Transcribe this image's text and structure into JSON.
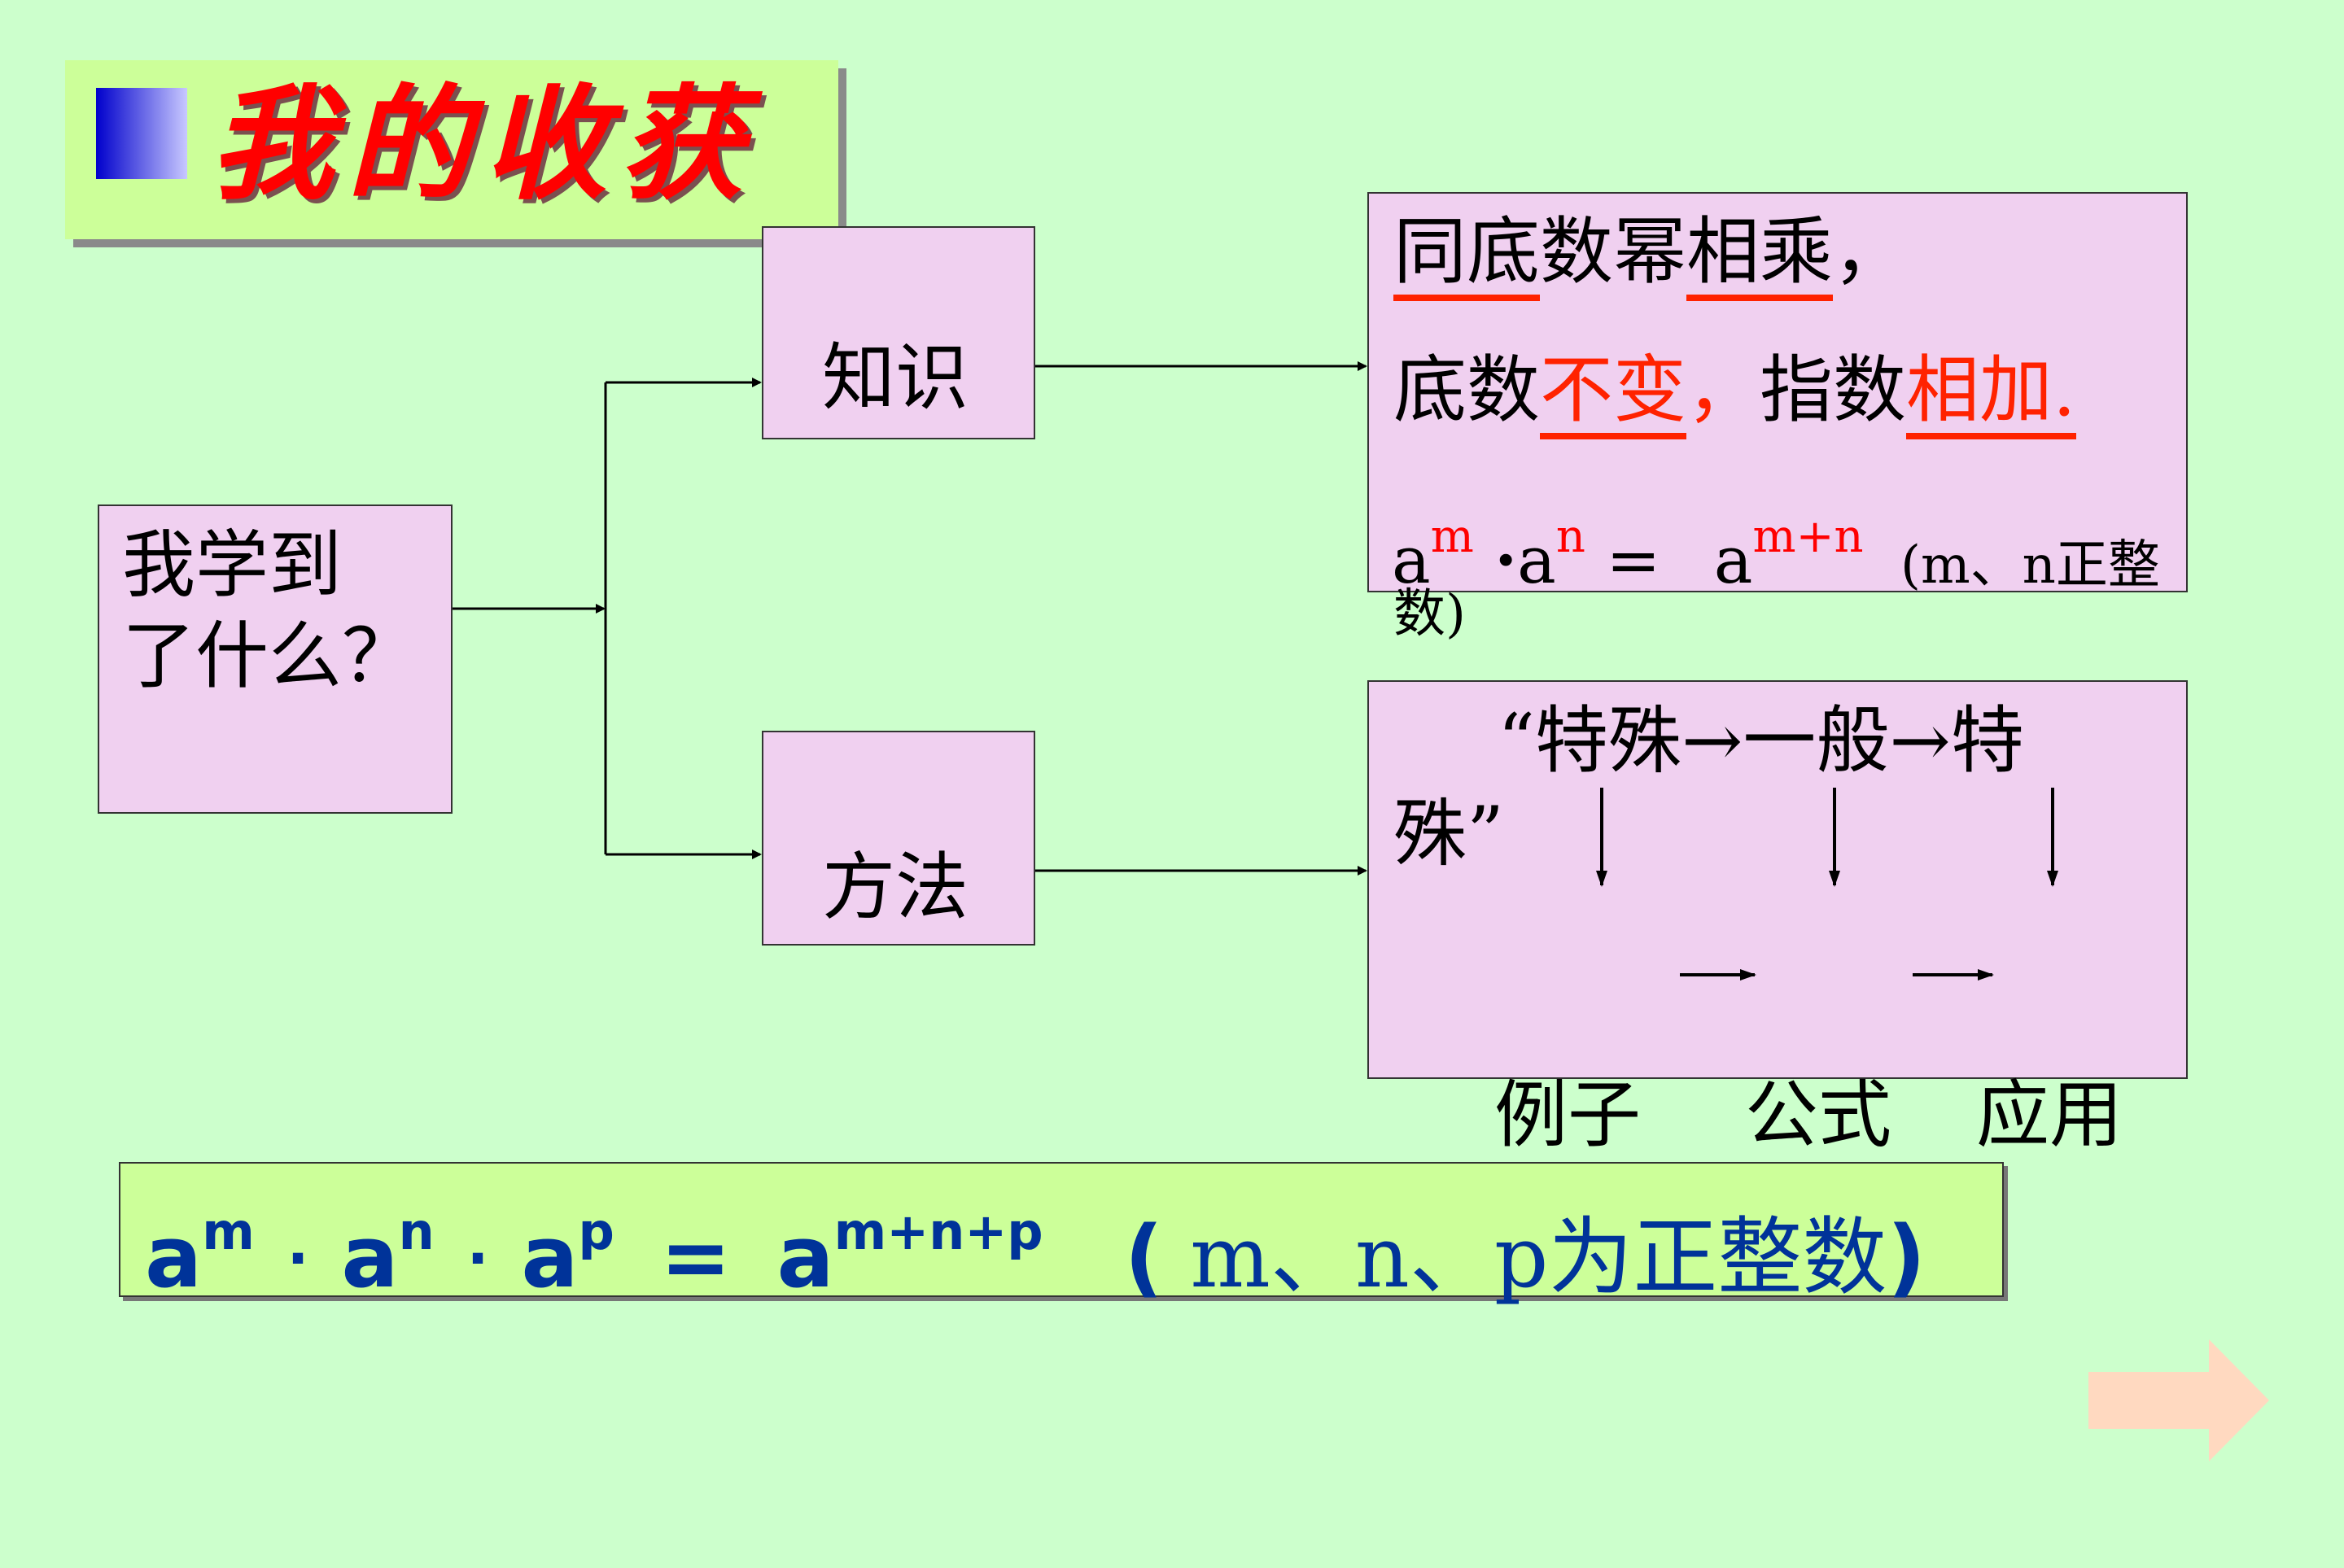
{
  "title": "我的收获",
  "question_line1": "我学到",
  "question_line2": "了什么？",
  "knowledge_label": "知识",
  "method_label": "方法",
  "knowledge_box": {
    "line1_a": "同底",
    "line1_b": "数幂",
    "line1_c": "相乘",
    "line1_d": "，",
    "line2_a": "底数",
    "line2_b": "不变",
    "line2_c": "，",
    "line2_d": "指数",
    "line2_e": "相加.",
    "f_a1": "a",
    "f_m": "m",
    "f_dot": "·",
    "f_a2": "a",
    "f_n": "n",
    "f_eq": " = ",
    "f_a3": "a",
    "f_mn": "m+n",
    "f_note": "(m、n正整",
    "f_note2": "数)"
  },
  "method_box": {
    "line1": "“特殊→一般→特",
    "line2": "殊”"
  },
  "bottom_labels": [
    "例子",
    "公式",
    "应用"
  ],
  "formula": {
    "a1": "a",
    "e1": "m",
    "dot1": "·",
    "a2": "a",
    "e2": "n",
    "dot2": "·",
    "a3": "a",
    "e3": "p",
    "eq": " = ",
    "a4": "a",
    "e4": "m+n+p",
    "paren_open": "(",
    "cond": " m、n、p为正整数",
    "paren_close": ")"
  },
  "colors": {
    "background": "#ccffcc",
    "box_fill": "#f0d0f0",
    "title_red": "#ff0000",
    "formula_blue": "#003399",
    "next_arrow": "#ffd9c0"
  },
  "icons": [
    "next-arrow-icon"
  ]
}
